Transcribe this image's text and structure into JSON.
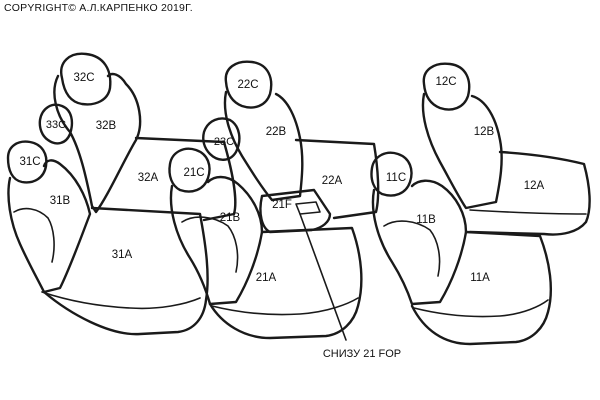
{
  "copyright": "COPYRIGHT© А.Л.КАРПЕНКО 2019Г.",
  "labels": {
    "32C": "32C",
    "33C": "33C",
    "32B": "32B",
    "31C": "31C",
    "31B": "31B",
    "32A": "32A",
    "31A": "31A",
    "22C": "22C",
    "23C": "23C",
    "22B": "22B",
    "21C": "21C",
    "21B": "21B",
    "21F": "21F",
    "22A": "22A",
    "21A": "21A",
    "12C": "12C",
    "12B": "12B",
    "11C": "11C",
    "11B": "11B",
    "12A": "12A",
    "11A": "11A"
  },
  "note": "СНИЗУ 21 FOP"
}
